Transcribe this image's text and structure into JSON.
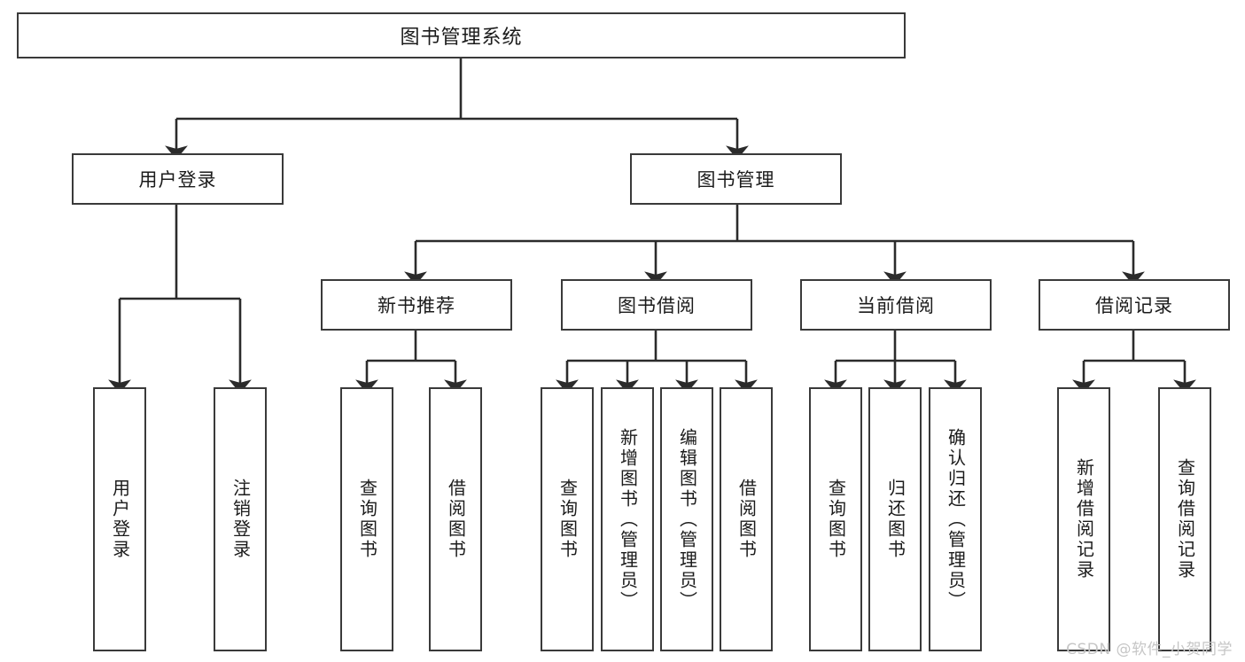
{
  "diagram": {
    "type": "tree",
    "title": "图书管理系统",
    "root": {
      "id": "root",
      "label": "图书管理系统",
      "orientation": "horizontal"
    },
    "level2": [
      {
        "id": "user-login",
        "label": "用户登录",
        "orientation": "horizontal"
      },
      {
        "id": "book-manage",
        "label": "图书管理",
        "orientation": "horizontal"
      }
    ],
    "level3": [
      {
        "id": "new-book-recommend",
        "label": "新书推荐",
        "orientation": "horizontal",
        "parent": "book-manage"
      },
      {
        "id": "book-borrow",
        "label": "图书借阅",
        "orientation": "horizontal",
        "parent": "book-manage"
      },
      {
        "id": "current-borrow",
        "label": "当前借阅",
        "orientation": "horizontal",
        "parent": "book-manage"
      },
      {
        "id": "borrow-record",
        "label": "借阅记录",
        "orientation": "horizontal",
        "parent": "book-manage"
      }
    ],
    "leaves": [
      {
        "id": "leaf-user-login",
        "label": "用户登录",
        "parent": "user-login",
        "orientation": "vertical"
      },
      {
        "id": "leaf-logout",
        "label": "注销登录",
        "parent": "user-login",
        "orientation": "vertical"
      },
      {
        "id": "leaf-query-book-1",
        "label": "查询图书",
        "parent": "new-book-recommend",
        "orientation": "vertical"
      },
      {
        "id": "leaf-borrow-book-1",
        "label": "借阅图书",
        "parent": "new-book-recommend",
        "orientation": "vertical"
      },
      {
        "id": "leaf-query-book-2",
        "label": "查询图书",
        "parent": "book-borrow",
        "orientation": "vertical"
      },
      {
        "id": "leaf-add-book",
        "label": "新增图书（管理员）",
        "parent": "book-borrow",
        "orientation": "vertical"
      },
      {
        "id": "leaf-edit-book",
        "label": "编辑图书（管理员）",
        "parent": "book-borrow",
        "orientation": "vertical"
      },
      {
        "id": "leaf-borrow-book-2",
        "label": "借阅图书",
        "parent": "book-borrow",
        "orientation": "vertical"
      },
      {
        "id": "leaf-query-book-3",
        "label": "查询图书",
        "parent": "current-borrow",
        "orientation": "vertical"
      },
      {
        "id": "leaf-return-book",
        "label": "归还图书",
        "parent": "current-borrow",
        "orientation": "vertical"
      },
      {
        "id": "leaf-confirm-return",
        "label": "确认归还（管理员）",
        "parent": "current-borrow",
        "orientation": "vertical"
      },
      {
        "id": "leaf-add-record",
        "label": "新增借阅记录",
        "parent": "borrow-record",
        "orientation": "vertical"
      },
      {
        "id": "leaf-query-record",
        "label": "查询借阅记录",
        "parent": "borrow-record",
        "orientation": "vertical"
      }
    ]
  },
  "watermark": {
    "text": "CSDN @软件_小贺同学"
  },
  "colors": {
    "box_border": "#3a3a3a",
    "line": "#2b2b2b",
    "text": "#1b1b1b",
    "background": "#ffffff",
    "watermark": "#c6c6c6"
  }
}
